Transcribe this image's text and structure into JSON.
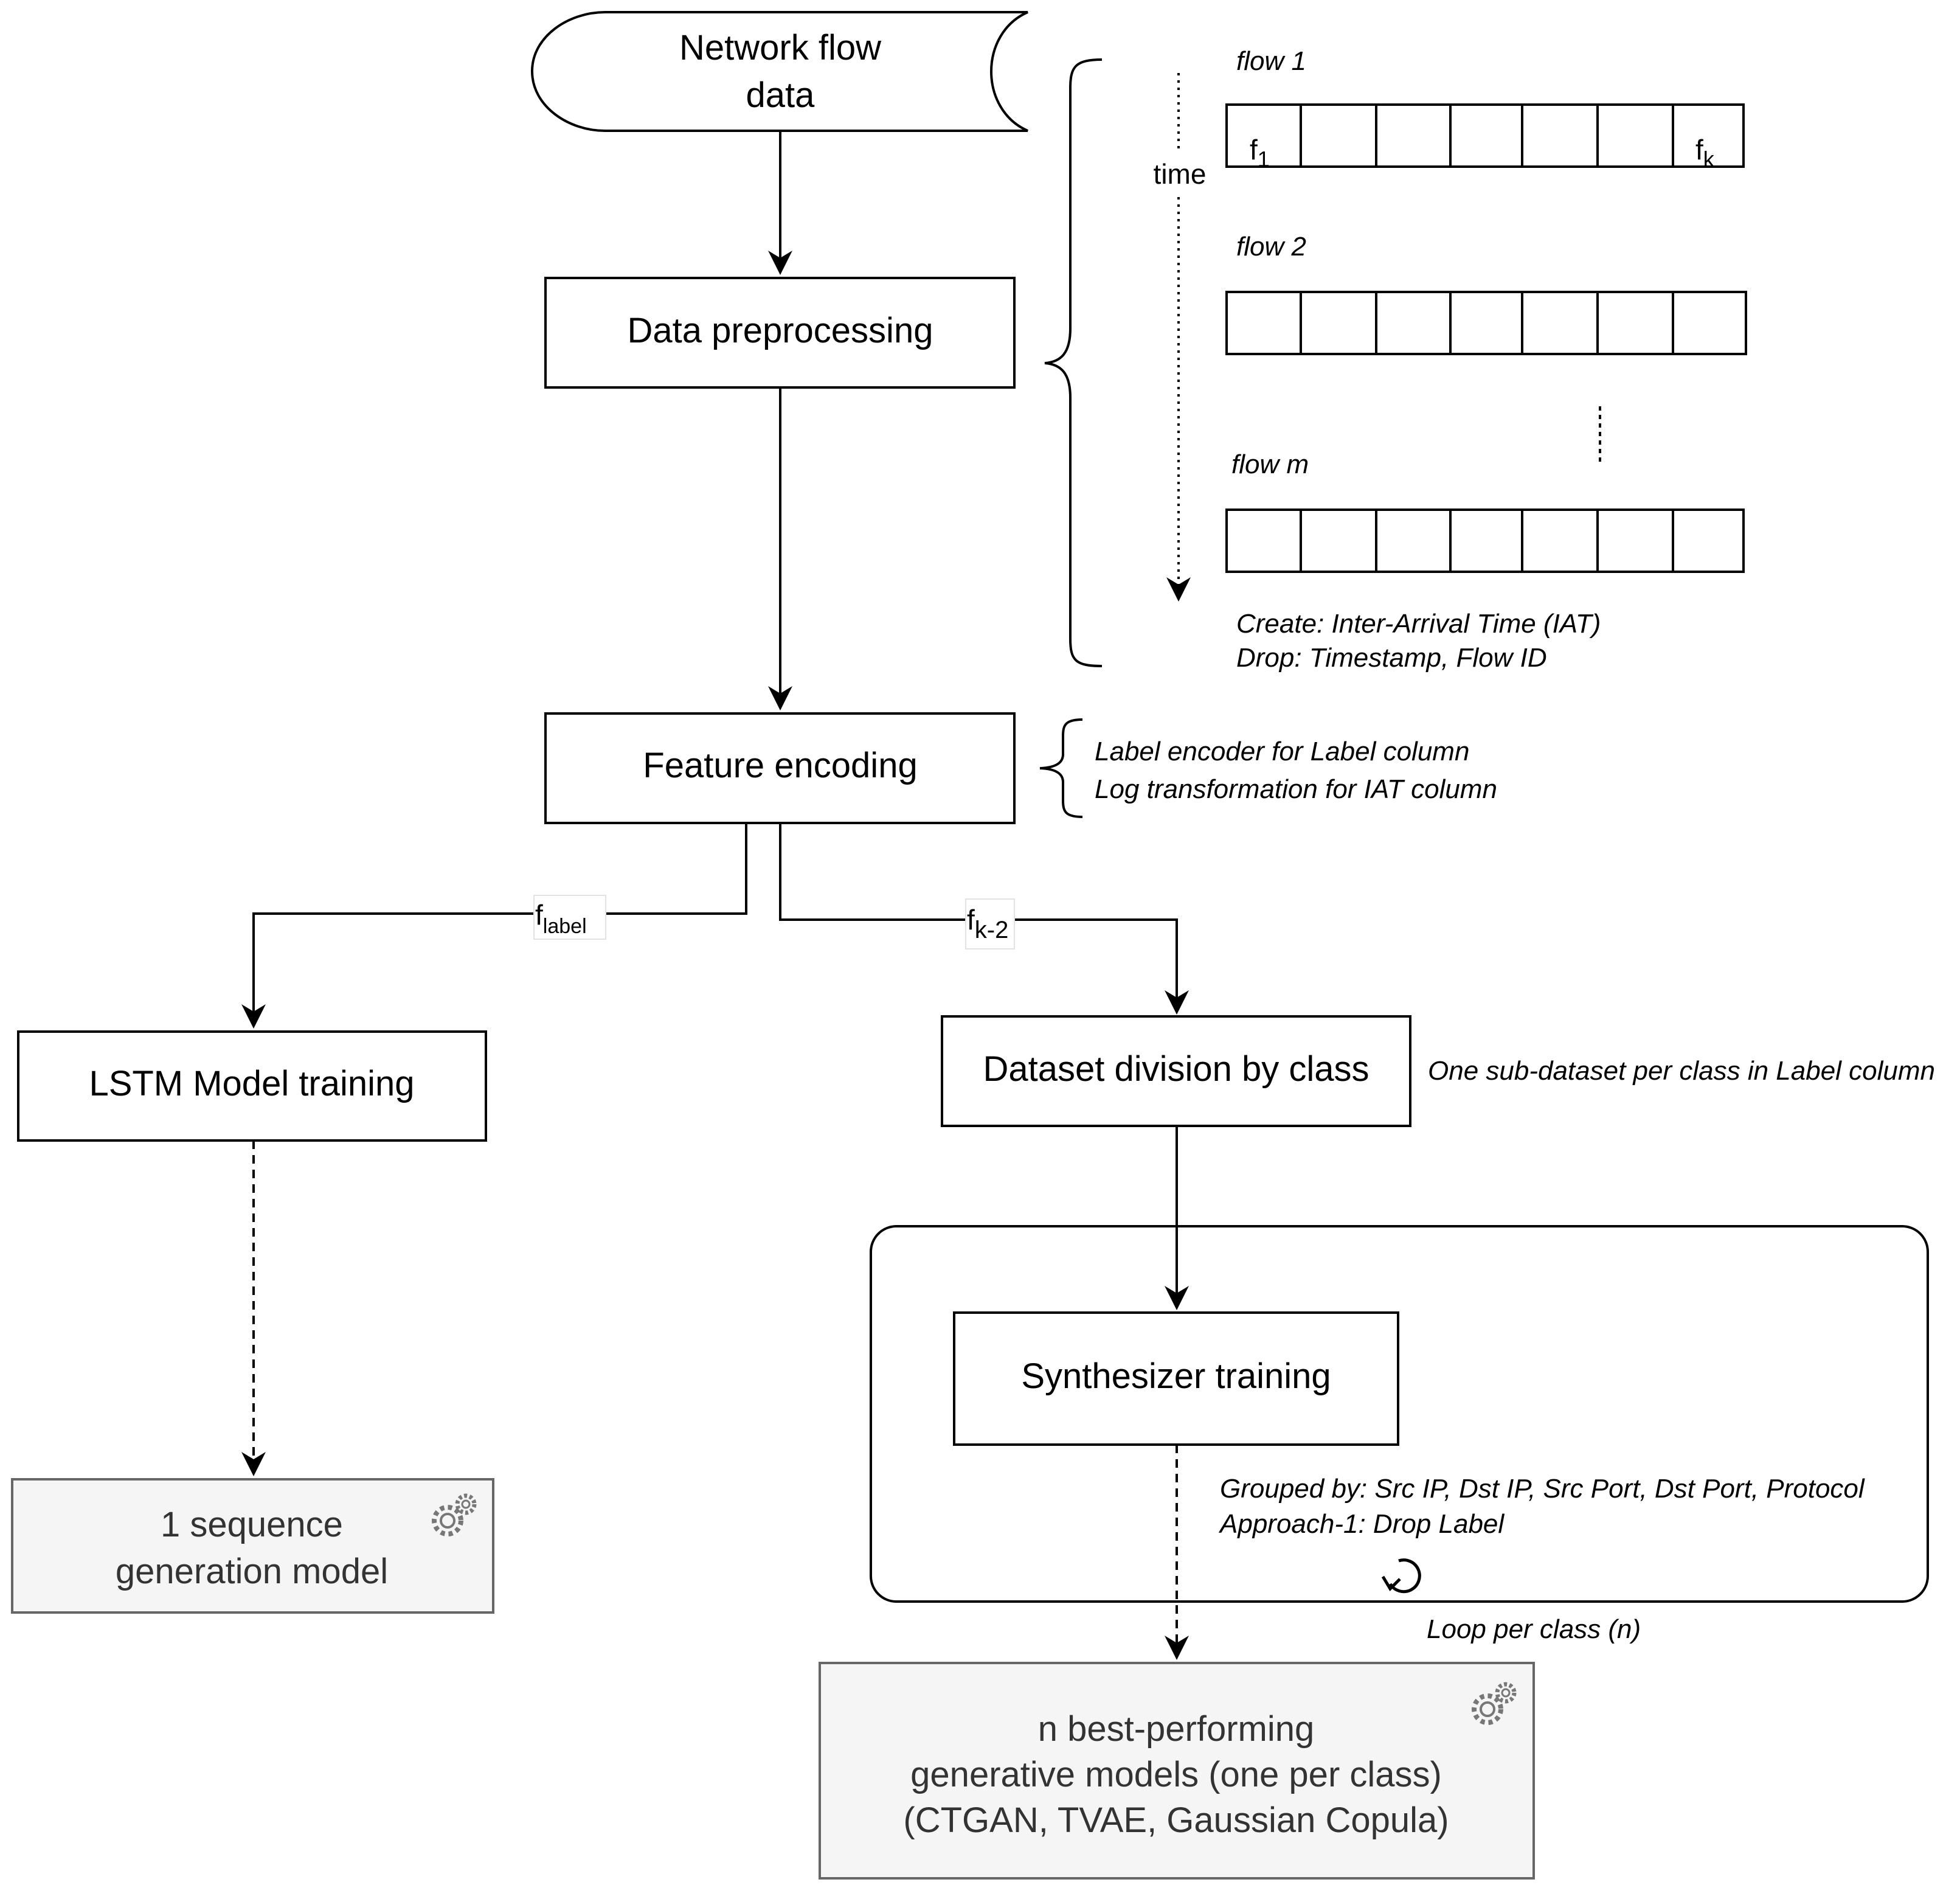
{
  "nodes": {
    "source": {
      "line1": "Network flow",
      "line2": "data"
    },
    "preprocessing": "Data preprocessing",
    "encoding": "Feature encoding",
    "lstm": "LSTM Model training",
    "division": "Dataset division by class",
    "synthesizer": "Synthesizer training",
    "sequence_model": {
      "line1": "1 sequence",
      "line2": "generation model"
    },
    "generative_models": {
      "line1": "n best-performing",
      "line2": "generative models (one per class)",
      "line3": "(CTGAN, TVAE, Gaussian Copula)"
    }
  },
  "flows": {
    "flow1": "flow 1",
    "flow2": "flow 2",
    "flowm": "flow m",
    "first_feature": {
      "base": "f",
      "sub": "1"
    },
    "last_feature": {
      "base": "f",
      "sub": "k"
    },
    "time_label": "time"
  },
  "notes": {
    "preprocessing": [
      "Create: Inter-Arrival Time (IAT)",
      "Drop: Timestamp, Flow ID"
    ],
    "encoding": [
      "Label encoder for Label column",
      "Log transformation for IAT column"
    ],
    "division": "One sub-dataset per class in Label column",
    "synthesizer": [
      "Grouped by: Src IP,  Dst IP, Src Port, Dst Port, Protocol",
      "Approach-1: Drop Label"
    ],
    "loop": "Loop per class (n)"
  },
  "edge_labels": {
    "label_branch": {
      "base": "f",
      "sub": "label"
    },
    "feature_branch": {
      "base": "f",
      "sub": "k-2"
    }
  },
  "icons": {
    "sequence_model": "gear-icon",
    "generative_models": "gear-icon",
    "loop": "loop-icon"
  }
}
